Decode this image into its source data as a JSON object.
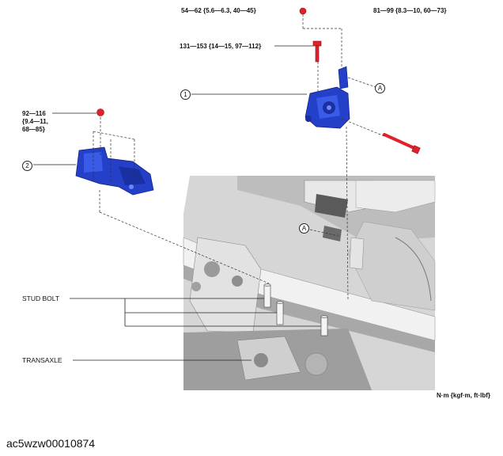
{
  "torque_specs": {
    "top_bolt": "54—62 {5.6—6.3, 40—45}",
    "upper_right_bolt": "81—99 {8.3—10, 60—73}",
    "middle_bolt": "131—153 {14—15, 97—112}",
    "left_bolt_line1": "92—116",
    "left_bolt_line2": "{9.4—11,",
    "left_bolt_line3": "68—85}"
  },
  "part_numbers": {
    "part1": "1",
    "part2": "2"
  },
  "reference_markers": {
    "upper": "A",
    "lower": "A"
  },
  "callouts": {
    "stud_bolt": "STUD BOLT",
    "transaxle": "TRANSAXLE"
  },
  "units_note": "N·m {kgf·m, ft·lbf}",
  "figure_code": "ac5wzw00010874",
  "colors": {
    "mount_blue": "#2440c8",
    "bolt_red": "#e0202a",
    "chassis_gray": "#c9c9c9"
  }
}
